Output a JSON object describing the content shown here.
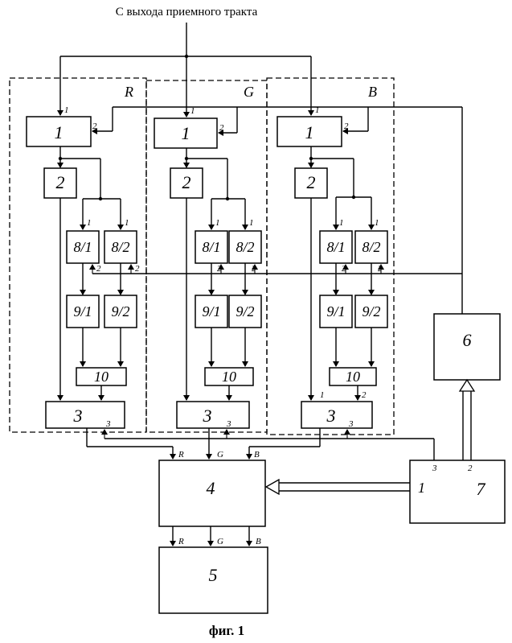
{
  "header": {
    "input_label": "С выхода приемного тракта"
  },
  "caption": "фиг. 1",
  "channels": [
    {
      "name": "R",
      "b1": "1",
      "b2": "2",
      "b8a": "8/1",
      "b8b": "8/2",
      "b9a": "9/1",
      "b9b": "9/2",
      "b10": "10",
      "b3": "3"
    },
    {
      "name": "G",
      "b1": "1",
      "b2": "2",
      "b8a": "8/1",
      "b8b": "8/2",
      "b9a": "9/1",
      "b9b": "9/2",
      "b10": "10",
      "b3": "3"
    },
    {
      "name": "B",
      "b1": "1",
      "b2": "2",
      "b8a": "8/1",
      "b8b": "8/2",
      "b9a": "9/1",
      "b9b": "9/2",
      "b10": "10",
      "b3": "3"
    }
  ],
  "blocks": {
    "b4": "4",
    "b5": "5",
    "b6": "6",
    "b7": "7"
  },
  "ports": {
    "p1": "1",
    "p2": "2",
    "p3": "3"
  },
  "bus_labels": {
    "r": "R",
    "g": "G",
    "b": "B"
  }
}
